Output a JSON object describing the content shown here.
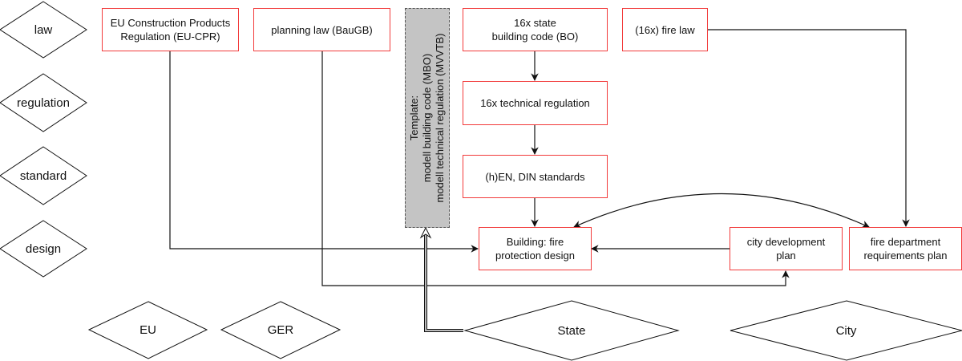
{
  "levels": [
    {
      "id": "law",
      "label": "law"
    },
    {
      "id": "regulation",
      "label": "regulation"
    },
    {
      "id": "standard",
      "label": "standard"
    },
    {
      "id": "design",
      "label": "design"
    }
  ],
  "jurisdictions": [
    {
      "id": "eu",
      "label": "EU"
    },
    {
      "id": "ger",
      "label": "GER"
    },
    {
      "id": "state",
      "label": "State"
    },
    {
      "id": "city",
      "label": "City"
    }
  ],
  "nodes": {
    "eu_cpr": "EU Construction Products\nRegulation (EU-CPR)",
    "planning_law": "planning law (BauGB)",
    "state_building_code": "16x state\nbuilding code (BO)",
    "technical_regulation": "16x technical regulation",
    "standards": "(h)EN, DIN standards",
    "building_design": "Building: fire\nprotection design",
    "fire_law": "(16x) fire law",
    "city_development_plan": "city development\nplan",
    "fire_department_plan": "fire department\nrequirements plan"
  },
  "template": {
    "text": "Template:\nmodell building code (MBO)\nmodell technical regulation (MVVTB)"
  },
  "edges": [
    {
      "from": "state_building_code",
      "to": "technical_regulation",
      "style": "arrow"
    },
    {
      "from": "technical_regulation",
      "to": "standards",
      "style": "arrow"
    },
    {
      "from": "standards",
      "to": "building_design",
      "style": "arrow"
    },
    {
      "from": "eu_cpr",
      "to": "building_design",
      "style": "elbow-arrow"
    },
    {
      "from": "planning_law",
      "to": "city_development_plan",
      "style": "elbow-arrow"
    },
    {
      "from": "fire_law",
      "to": "fire_department_plan",
      "style": "elbow-arrow"
    },
    {
      "from": "city_development_plan",
      "to": "building_design",
      "style": "arrow"
    },
    {
      "from": "building_design",
      "to": "fire_department_plan",
      "style": "curved-bidirectional"
    },
    {
      "from": "state",
      "to": "template",
      "style": "double-line-hollow-arrow"
    }
  ],
  "colors": {
    "node_border": "#f23b3b",
    "template_fill": "#c4c4c4",
    "line": "#111111"
  }
}
